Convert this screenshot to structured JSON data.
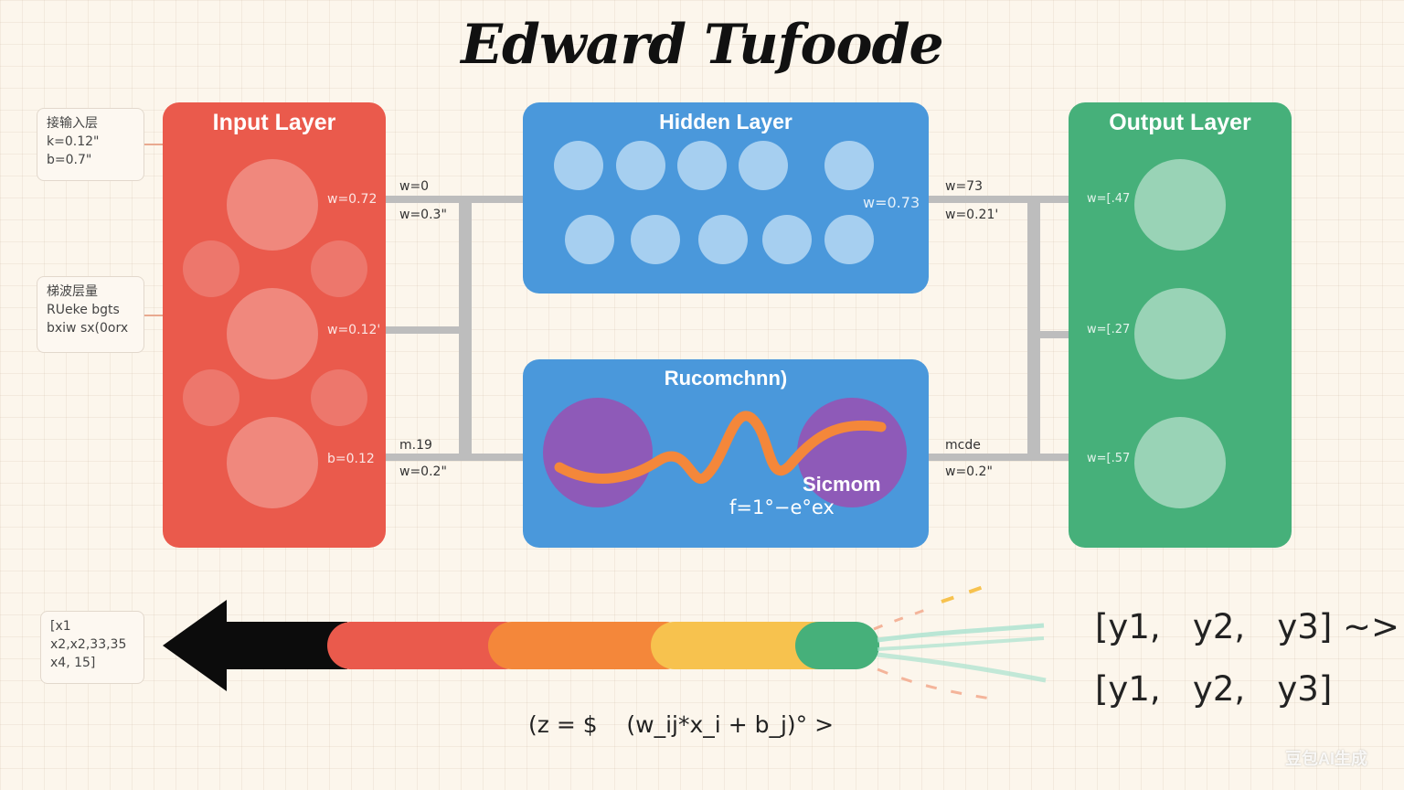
{
  "title": "Edward Tufoode",
  "input_layer": {
    "title": "Input Layer",
    "weights": [
      "w=0.72",
      "w=0.12'",
      "b=0.12"
    ],
    "color": "#ea5a4c"
  },
  "hidden_layer": {
    "title": "Hidden Layer",
    "weight": "w=0.73",
    "color": "#4a98db"
  },
  "activation": {
    "title": "Rucomchnn)",
    "label": "Sicmom",
    "formula": "f=1°−e°ex"
  },
  "output_layer": {
    "title": "Output Layer",
    "weights": [
      "w=[.47",
      "w=[.27",
      "w=[.57"
    ],
    "color": "#46b07a"
  },
  "left_connections": {
    "top": [
      "w=0",
      "w=0.3\""
    ],
    "bottom": [
      "m.19",
      "w=0.2\""
    ]
  },
  "right_connections": {
    "top": [
      "w=73",
      "w=0.21'"
    ],
    "bottom": [
      "mcde",
      "w=0.2\""
    ]
  },
  "notes": [
    [
      "接输入层",
      "k=0.12\"",
      "b=0.7\""
    ],
    [
      "梯波层量",
      "RUeke bgts",
      "bxiw sx(0orx"
    ],
    [
      "[x1",
      "x2,x2,33,35",
      "x4, 15]"
    ]
  ],
  "vectors": [
    "[y1,   y2,   y3] ~>",
    "[y1,   y2,   y3]"
  ],
  "bottom_formula": "(z = $    (w_ij*x_i + b_j)° >",
  "watermark": "豆包AI生成",
  "colors": {
    "arrow_segments": [
      "#ea5a4c",
      "#f4873a",
      "#f7c24e",
      "#46b07a"
    ],
    "activation_circle": "#8e5ab8",
    "curve": "#f4873a"
  }
}
